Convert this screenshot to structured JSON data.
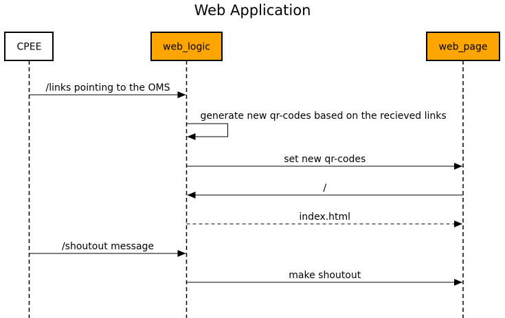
{
  "title": "Web Application",
  "colors": {
    "highlight": "#FFA500",
    "plain": "#FFFFFF",
    "line": "#000000"
  },
  "participants": [
    {
      "id": "cpee",
      "label": "CPEE",
      "highlighted": false
    },
    {
      "id": "web_logic",
      "label": "web_logic",
      "highlighted": true
    },
    {
      "id": "web_page",
      "label": "web_page",
      "highlighted": true
    }
  ],
  "messages": [
    {
      "from": "cpee",
      "to": "web_logic",
      "label": "/links pointing to the OMS",
      "style": "solid"
    },
    {
      "from": "web_logic",
      "to": "web_logic",
      "label": "generate new qr-codes based on the recieved links",
      "style": "solid"
    },
    {
      "from": "web_logic",
      "to": "web_page",
      "label": "set new qr-codes",
      "style": "solid"
    },
    {
      "from": "web_page",
      "to": "web_logic",
      "label": "/",
      "style": "solid"
    },
    {
      "from": "web_logic",
      "to": "web_page",
      "label": "index.html",
      "style": "dashed"
    },
    {
      "from": "cpee",
      "to": "web_logic",
      "label": "/shoutout message",
      "style": "solid"
    },
    {
      "from": "web_logic",
      "to": "web_page",
      "label": "make shoutout",
      "style": "solid"
    }
  ]
}
